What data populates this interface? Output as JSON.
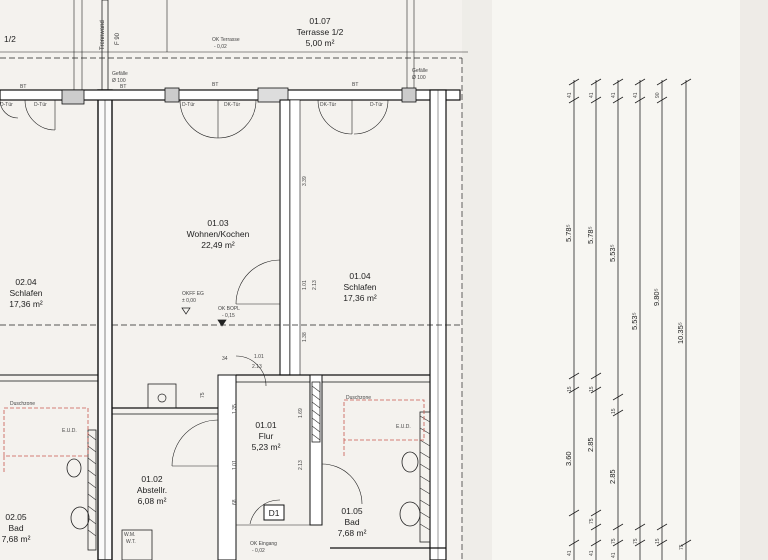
{
  "rooms": [
    {
      "id": "r0107",
      "number": "01.07",
      "name": "Terrasse 1/2",
      "area": "5,00 m²"
    },
    {
      "id": "r0103",
      "number": "01.03",
      "name": "Wohnen/Kochen",
      "area": "22,49 m²"
    },
    {
      "id": "r0104",
      "number": "01.04",
      "name": "Schlafen",
      "area": "17,36 m²"
    },
    {
      "id": "r0204",
      "number": "02.04",
      "name": "Schlafen",
      "area": "17,36 m²"
    },
    {
      "id": "r0101",
      "number": "01.01",
      "name": "Flur",
      "area": "5,23 m²"
    },
    {
      "id": "r0102",
      "number": "01.02",
      "name": "Abstellr.",
      "area": "6,08 m²"
    },
    {
      "id": "r0105",
      "number": "01.05",
      "name": "Bad",
      "area": "7,68 m²"
    },
    {
      "id": "r0205",
      "number": "02.05",
      "name": "Bad",
      "area": "7,68 m²"
    }
  ],
  "labels": {
    "terrasse_left_fragment": "1/2",
    "trennwand": "Trennwand",
    "f90": "F 90",
    "ok_terrasse": "OK Terrasse",
    "ok_terrasse_val": "- 0,02",
    "gefaelle": "Gefälle",
    "gefaelle_val_left": "Ø 100",
    "gefaelle_val_right": "Ø 100",
    "bt": "BT",
    "d_tuer": "D-Tür",
    "dk_tuer": "DK-Tür",
    "okff_eg": "OKFF EG",
    "okff_eg_val": "± 0,00",
    "ok_bopl": "OK BOPL",
    "ok_bopl_val": "- 0,15",
    "duschzone": "Duschzone",
    "d1": "D1",
    "ok_eingang": "OK Eingang",
    "ok_eingang_val": "- 0,02",
    "wm": "W.M.",
    "wt": "W.T.",
    "eud": "E.U.D.",
    "wall_dims": [
      "3.39",
      "1.01",
      "2.13",
      "1.38",
      "34",
      "1.01",
      "2.13",
      "75",
      "1.35",
      "1.69",
      "1.01",
      "2.13",
      "68"
    ]
  },
  "dimensions": {
    "columns": [
      {
        "top": "41",
        "mid": "5.78⁵",
        "mid2": "15",
        "lower": "3.60",
        "bottom": "41"
      },
      {
        "top": "41",
        "mid": "5.78⁵",
        "mid2": "15",
        "lower": "2.85",
        "bottom": "75",
        "b2": "41"
      },
      {
        "top": "41",
        "mid": "5.53⁵",
        "mid2": "15",
        "lower": "2.85",
        "bottom": "75",
        "b2": "41"
      },
      {
        "top": "41",
        "mid": "5.53⁵",
        "bottom": "75"
      },
      {
        "top": "90",
        "mid": "9.80⁵",
        "bottom": "15"
      },
      {
        "top": "",
        "mid": "10.35⁵",
        "bottom": "75"
      }
    ]
  }
}
